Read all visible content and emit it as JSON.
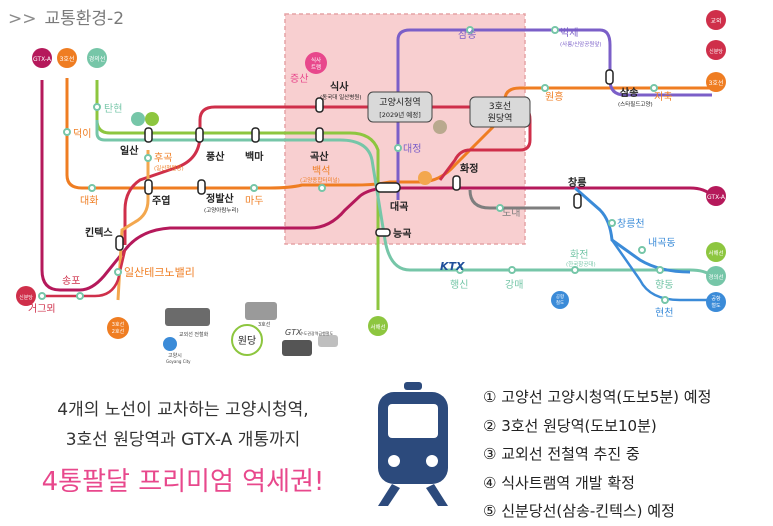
{
  "header": {
    "arrows": ">>",
    "title": "교통환경-2"
  },
  "map": {
    "colors": {
      "gtx": "#b5195b",
      "line3": "#ef7d22",
      "gyeongui": "#76c6a8",
      "seohae": "#8dc63f",
      "sinbundang": "#7b5fc8",
      "gyooe": "#3b8bd8",
      "highlight": "#f8cfd0",
      "highlight_border": "#e6a4a6"
    },
    "badges": {
      "gtx_a": "GTX-A",
      "line3": "3호선",
      "gyeongui": "경의선",
      "sikstram": "식사\n트램",
      "gyooe": "교외",
      "sinbundang": "신분당",
      "seohae": "서해선",
      "airport_rail": "공항\n철도",
      "jungang_teal": "경의선",
      "line3_right": "3호선",
      "seohae_right": "서해선",
      "sinbundang_left": "신분당",
      "line3_bottom": "3호선\n2호선"
    },
    "stations": {
      "samsong": "삼송",
      "byeokje": "벽제",
      "byeokje_sub": "(사릉/신암공원앞)",
      "sik": "식사",
      "sik_sub": "(동국대 일산병원)",
      "jeungsan": "증산",
      "goyang_city_hall": "고양시청역",
      "goyang_city_hall_sub": "[2029년 예정]",
      "wondang": "3호선\n원당역",
      "wonheung": "원흥",
      "samsong2": "삼송",
      "samsong2_sub": "(스타필드고양)",
      "jichuk": "지축",
      "tanhyeon": "탄현",
      "pungsan": "풍산",
      "baekma": "백마",
      "goksan": "곡산",
      "daejeong": "대정",
      "deogi": "덕이",
      "ilsan": "일산",
      "hugok": "후곡",
      "hugok_sub": "(일산청원청)",
      "baekseok": "백석",
      "baekseok_sub": "(고양종합터미널)",
      "hwajeong": "화정",
      "changreung": "창릉",
      "daehwa": "대화",
      "juyeop": "주엽",
      "jeongbalsan": "정발산",
      "jeongbalsan_sub": "(고양아람누리)",
      "madu": "마두",
      "daegok": "대곡",
      "done": "도내",
      "kintex": "킨텍스",
      "neunggok": "능곡",
      "changreungcheon": "창릉천",
      "naegok": "내곡동",
      "songpo": "송포",
      "geogumi": "거그뫼",
      "ilsan_techno": "일산테크노밸리",
      "ktx": "KTX",
      "haengsin": "행신",
      "gangmae": "강매",
      "hwajeon": "화전",
      "hwajeon_sub": "(한국항공대)",
      "hyangdong": "향동",
      "hyeoncheon": "현천",
      "wondang_center": "원당",
      "gtx_pill": "GTX",
      "gtx_pill_sub": "수도권광역급행철도",
      "goyang_logo": "고양시",
      "goyang_logo_sub": "Goyang City",
      "photo_caption": "교외선 전철화",
      "small_line3": "3호선"
    }
  },
  "summary": {
    "line1": "4개의 노선이 교차하는 고양시청역,",
    "line2": "3호선 원당역과  GTX-A 개통까지",
    "headline": "4통팔달 프리미엄 역세권!"
  },
  "facts": [
    "① 고양선 고양시청역(도보5분) 예정",
    "② 3호선 원당역(도보10분)",
    "③ 교외선 전철역 추진 중",
    "④ 식사트램역 개발 확정",
    "⑤ 신분당선(삼송-킨텍스) 예정"
  ],
  "icon": {
    "train": "train-icon",
    "color": "#2c4a7c"
  }
}
